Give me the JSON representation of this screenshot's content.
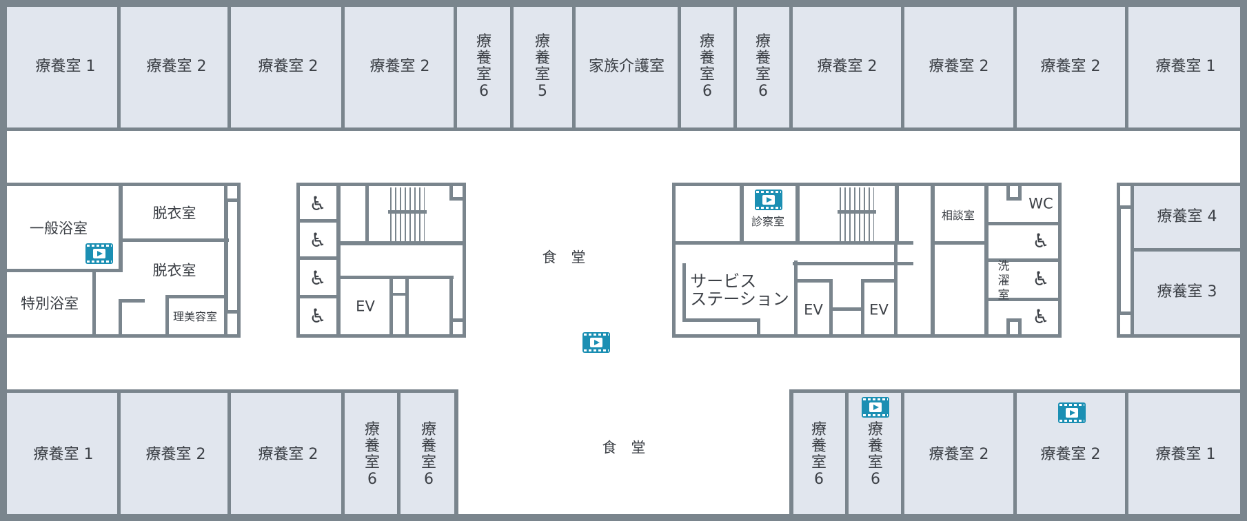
{
  "rooms": {
    "top": [
      "療養室 1",
      "療養室 2",
      "療養室 2",
      "療養室 2",
      "療養室6",
      "療養室5",
      "家族介護室",
      "療養室6",
      "療養室6",
      "療養室 2",
      "療養室 2",
      "療養室 2",
      "療養室 1"
    ],
    "bottom": [
      "療養室 1",
      "療養室 2",
      "療養室 2",
      "療養室6",
      "療養室6",
      "療養室6",
      "療養室6",
      "療養室 2",
      "療養室 2",
      "療養室 1"
    ],
    "right": [
      "療養室 4",
      "療養室 3"
    ]
  },
  "left_block": {
    "general_bath": "一般浴室",
    "dressing_1": "脱衣室",
    "dressing_2": "脱衣室",
    "special_bath": "特別浴室",
    "barber": "理美容室"
  },
  "center_block": {
    "ev": "EV"
  },
  "dining": {
    "label_upper": "食　堂",
    "label_lower": "食　堂"
  },
  "right_block": {
    "exam_room": "診察室",
    "consult_room": "相談室",
    "wc": "WC",
    "laundry": "洗濯室",
    "service_station": "サービス\nステーション",
    "ev_1": "EV",
    "ev_2": "EV"
  },
  "icons": {
    "wheelchair": "accessible-toilet-icon",
    "video": "video-play-icon",
    "wheelchair_glyph": "♿"
  },
  "colors": {
    "wall": "#7a858d",
    "room_fill": "#e1e6ee",
    "video_icon": "#1b8fb3"
  }
}
